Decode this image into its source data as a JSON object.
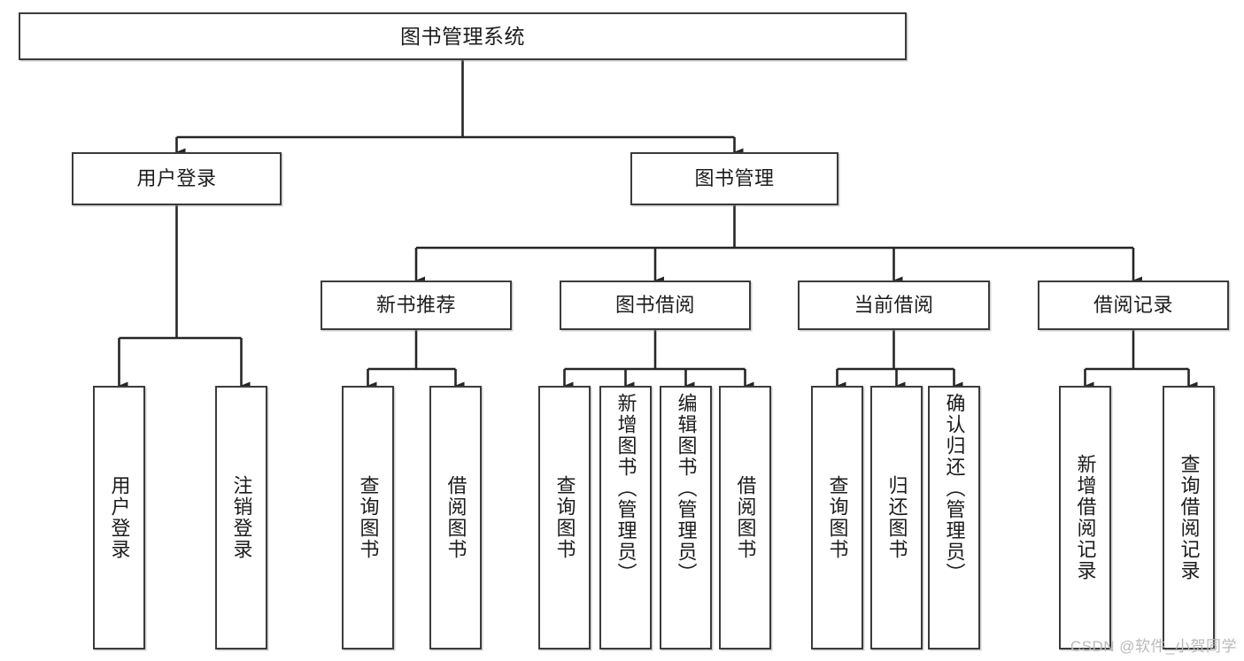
{
  "diagram": {
    "title": "图书管理系统",
    "type": "tree",
    "watermark": "CSDN @软件_小贺同学",
    "colors": {
      "box_border": "#3b3b3b",
      "box_fill": "#ffffff",
      "connector": "#262626",
      "watermark": "#b9b9b9",
      "background": "#ffffff"
    },
    "nodes": {
      "root": {
        "label": "图书管理系统",
        "level": 1,
        "orientation": "horizontal"
      },
      "user_login": {
        "label": "用户登录",
        "level": 2,
        "orientation": "horizontal"
      },
      "book_manage": {
        "label": "图书管理",
        "level": 2,
        "orientation": "horizontal"
      },
      "new_book_rec": {
        "label": "新书推荐",
        "level": 3,
        "orientation": "horizontal"
      },
      "book_borrow": {
        "label": "图书借阅",
        "level": 3,
        "orientation": "horizontal"
      },
      "current_borrow": {
        "label": "当前借阅",
        "level": 3,
        "orientation": "horizontal"
      },
      "borrow_record": {
        "label": "借阅记录",
        "level": 3,
        "orientation": "horizontal"
      },
      "leaf_user_login": {
        "label": "用户登录",
        "level": 4,
        "orientation": "vertical"
      },
      "leaf_logout": {
        "label": "注销登录",
        "level": 4,
        "orientation": "vertical"
      },
      "leaf_query_book_1": {
        "label": "查询图书",
        "level": 4,
        "orientation": "vertical"
      },
      "leaf_borrow_book_1": {
        "label": "借阅图书",
        "level": 4,
        "orientation": "vertical"
      },
      "leaf_query_book_2": {
        "label": "查询图书",
        "level": 4,
        "orientation": "vertical"
      },
      "leaf_add_book": {
        "label": "新增图书（管理员）",
        "level": 4,
        "orientation": "vertical"
      },
      "leaf_edit_book": {
        "label": "编辑图书（管理员）",
        "level": 4,
        "orientation": "vertical"
      },
      "leaf_borrow_book_2": {
        "label": "借阅图书",
        "level": 4,
        "orientation": "vertical"
      },
      "leaf_query_book_3": {
        "label": "查询图书",
        "level": 4,
        "orientation": "vertical"
      },
      "leaf_return_book": {
        "label": "归还图书",
        "level": 4,
        "orientation": "vertical"
      },
      "leaf_confirm_return": {
        "label": "确认归还（管理员）",
        "level": 4,
        "orientation": "vertical"
      },
      "leaf_add_record": {
        "label": "新增借阅记录",
        "level": 4,
        "orientation": "vertical"
      },
      "leaf_query_record": {
        "label": "查询借阅记录",
        "level": 4,
        "orientation": "vertical"
      }
    },
    "edges": [
      {
        "from": "root",
        "to": "user_login"
      },
      {
        "from": "root",
        "to": "book_manage"
      },
      {
        "from": "user_login",
        "to": "leaf_user_login"
      },
      {
        "from": "user_login",
        "to": "leaf_logout"
      },
      {
        "from": "book_manage",
        "to": "new_book_rec"
      },
      {
        "from": "book_manage",
        "to": "book_borrow"
      },
      {
        "from": "book_manage",
        "to": "current_borrow"
      },
      {
        "from": "book_manage",
        "to": "borrow_record"
      },
      {
        "from": "new_book_rec",
        "to": "leaf_query_book_1"
      },
      {
        "from": "new_book_rec",
        "to": "leaf_borrow_book_1"
      },
      {
        "from": "book_borrow",
        "to": "leaf_query_book_2"
      },
      {
        "from": "book_borrow",
        "to": "leaf_add_book"
      },
      {
        "from": "book_borrow",
        "to": "leaf_edit_book"
      },
      {
        "from": "book_borrow",
        "to": "leaf_borrow_book_2"
      },
      {
        "from": "current_borrow",
        "to": "leaf_query_book_3"
      },
      {
        "from": "current_borrow",
        "to": "leaf_return_book"
      },
      {
        "from": "current_borrow",
        "to": "leaf_confirm_return"
      },
      {
        "from": "borrow_record",
        "to": "leaf_add_record"
      },
      {
        "from": "borrow_record",
        "to": "leaf_query_record"
      }
    ]
  }
}
